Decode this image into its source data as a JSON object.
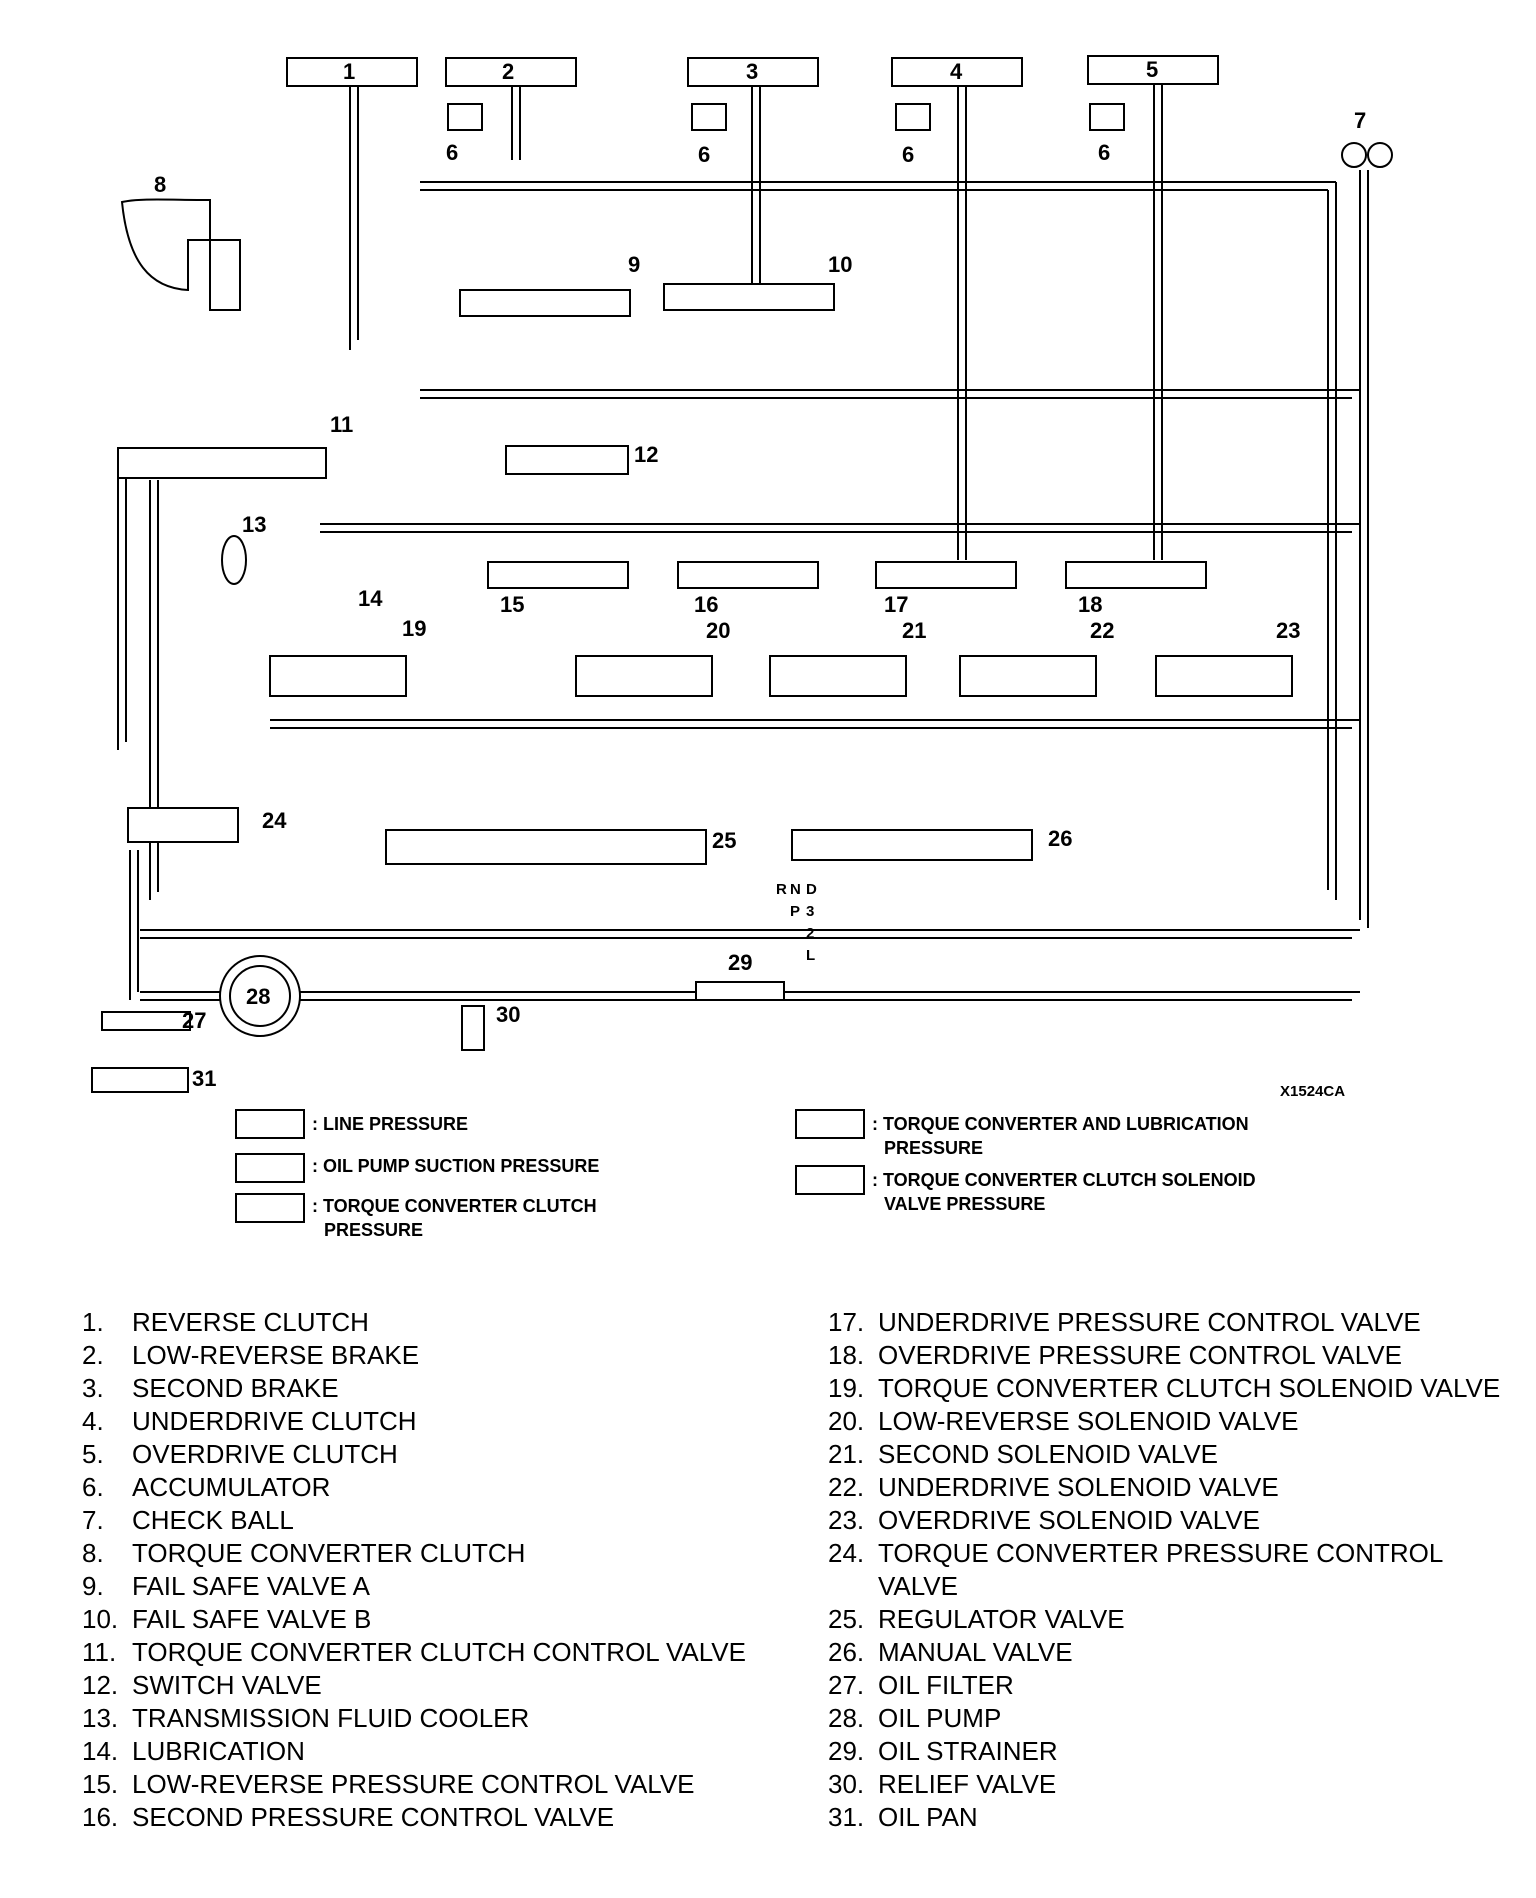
{
  "diagram": {
    "callouts": [
      "1",
      "2",
      "3",
      "4",
      "5",
      "6",
      "7",
      "8",
      "9",
      "10",
      "11",
      "12",
      "13",
      "14",
      "15",
      "16",
      "17",
      "18",
      "19",
      "20",
      "21",
      "22",
      "23",
      "24",
      "25",
      "26",
      "27",
      "28",
      "29",
      "30",
      "31"
    ],
    "selector_positions": [
      "R",
      "N",
      "D",
      "P",
      "3",
      "2",
      "L"
    ],
    "figure_code": "X1524CA"
  },
  "legend": [
    {
      "text_lines": [
        ": LINE PRESSURE"
      ]
    },
    {
      "text_lines": [
        ": OIL PUMP SUCTION PRESSURE"
      ]
    },
    {
      "text_lines": [
        ": TORQUE CONVERTER CLUTCH",
        "PRESSURE"
      ]
    },
    {
      "text_lines": [
        ": TORQUE CONVERTER AND LUBRICATION",
        "PRESSURE"
      ]
    },
    {
      "text_lines": [
        ": TORQUE CONVERTER CLUTCH SOLENOID",
        "VALVE PRESSURE"
      ]
    }
  ],
  "parts": [
    {
      "num": "1.",
      "name": "REVERSE CLUTCH"
    },
    {
      "num": "2.",
      "name": "LOW-REVERSE BRAKE"
    },
    {
      "num": "3.",
      "name": "SECOND BRAKE"
    },
    {
      "num": "4.",
      "name": "UNDERDRIVE CLUTCH"
    },
    {
      "num": "5.",
      "name": "OVERDRIVE CLUTCH"
    },
    {
      "num": "6.",
      "name": "ACCUMULATOR"
    },
    {
      "num": "7.",
      "name": "CHECK BALL"
    },
    {
      "num": "8.",
      "name": "TORQUE CONVERTER CLUTCH"
    },
    {
      "num": "9.",
      "name": "FAIL SAFE VALVE A"
    },
    {
      "num": "10.",
      "name": "FAIL SAFE VALVE B"
    },
    {
      "num": "11.",
      "name": "TORQUE CONVERTER CLUTCH CONTROL VALVE"
    },
    {
      "num": "12.",
      "name": "SWITCH VALVE"
    },
    {
      "num": "13.",
      "name": "TRANSMISSION FLUID COOLER"
    },
    {
      "num": "14.",
      "name": "LUBRICATION"
    },
    {
      "num": "15.",
      "name": "LOW-REVERSE PRESSURE CONTROL VALVE"
    },
    {
      "num": "16.",
      "name": "SECOND PRESSURE CONTROL VALVE"
    },
    {
      "num": "17.",
      "name": "UNDERDRIVE PRESSURE CONTROL VALVE"
    },
    {
      "num": "18.",
      "name": "OVERDRIVE PRESSURE CONTROL VALVE"
    },
    {
      "num": "19.",
      "name": "TORQUE CONVERTER CLUTCH SOLENOID VALVE"
    },
    {
      "num": "20.",
      "name": "LOW-REVERSE SOLENOID VALVE"
    },
    {
      "num": "21.",
      "name": "SECOND SOLENOID VALVE"
    },
    {
      "num": "22.",
      "name": "UNDERDRIVE SOLENOID VALVE"
    },
    {
      "num": "23.",
      "name": "OVERDRIVE SOLENOID VALVE"
    },
    {
      "num": "24.",
      "name": "TORQUE CONVERTER PRESSURE CONTROL VALVE"
    },
    {
      "num": "25.",
      "name": "REGULATOR VALVE"
    },
    {
      "num": "26.",
      "name": "MANUAL VALVE"
    },
    {
      "num": "27.",
      "name": "OIL FILTER"
    },
    {
      "num": "28.",
      "name": "OIL PUMP"
    },
    {
      "num": "29.",
      "name": "OIL STRAINER"
    },
    {
      "num": "30.",
      "name": "RELIEF VALVE"
    },
    {
      "num": "31.",
      "name": "OIL PAN"
    }
  ]
}
